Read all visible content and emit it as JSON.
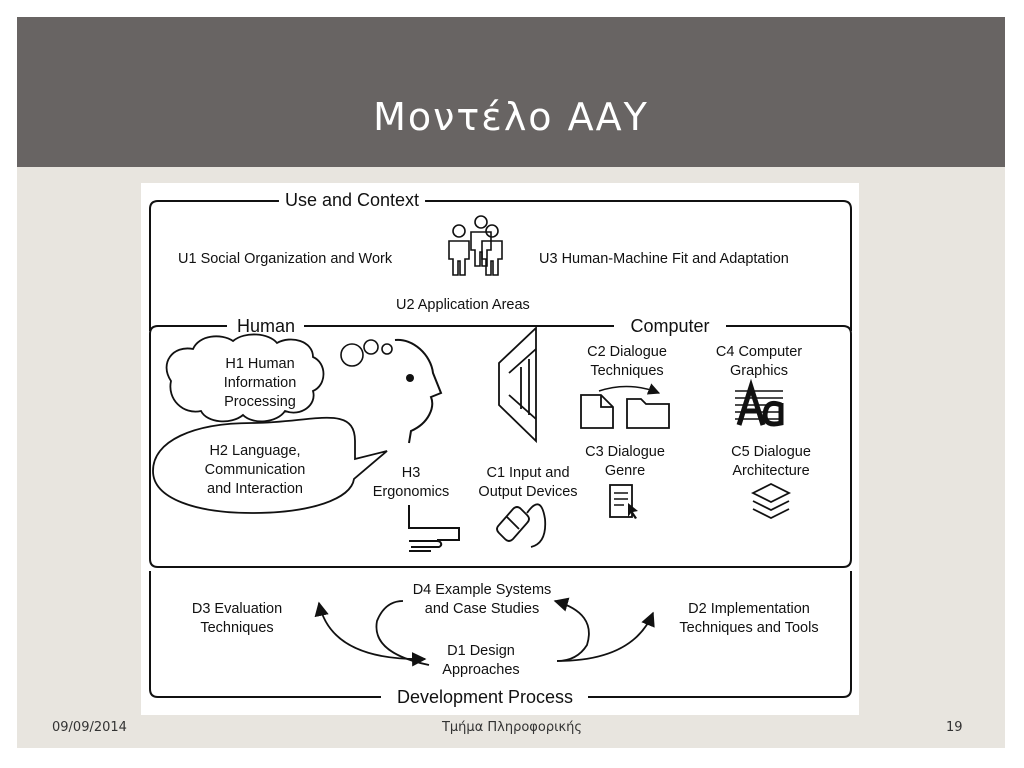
{
  "slide": {
    "title": "Μοντέλο ΑΑΥ"
  },
  "footer": {
    "date": "09/09/2014",
    "center": "Τμήμα Πληροφορικής",
    "page": "19"
  },
  "diagram": {
    "sections": {
      "use": "Use and Context",
      "human": "Human",
      "computer": "Computer",
      "development": "Development Process"
    },
    "u1": "U1 Social Organization and Work",
    "u2": "U2 Application Areas",
    "u3": "U3 Human-Machine Fit and Adaptation",
    "h1": [
      "H1 Human",
      "Information",
      "Processing"
    ],
    "h2": [
      "H2 Language,",
      "Communication",
      "and Interaction"
    ],
    "h3": [
      "H3",
      "Ergonomics"
    ],
    "c1": [
      "C1 Input and",
      "Output Devices"
    ],
    "c2": [
      "C2 Dialogue",
      "Techniques"
    ],
    "c3": [
      "C3 Dialogue",
      "Genre"
    ],
    "c4": [
      "C4 Computer",
      "Graphics"
    ],
    "c5": [
      "C5 Dialogue",
      "Architecture"
    ],
    "d1": [
      "D1 Design",
      "Approaches"
    ],
    "d2": [
      "D2 Implementation",
      "Techniques and Tools"
    ],
    "d3": [
      "D3 Evaluation",
      "Techniques"
    ],
    "d4": [
      "D4 Example Systems",
      "and Case Studies"
    ]
  }
}
